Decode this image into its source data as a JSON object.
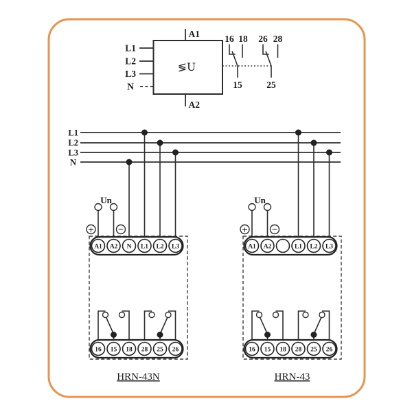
{
  "colors": {
    "border": "#E8934E",
    "line": "#2d2d2d"
  },
  "unit": {
    "a1": "A1",
    "a2": "A2",
    "symbol": "≶U",
    "inputs": [
      "L1",
      "L2",
      "L3",
      "N"
    ],
    "c1": {
      "nc": "16",
      "no": "18",
      "com": "15"
    },
    "c2": {
      "nc": "26",
      "no": "28",
      "com": "25"
    }
  },
  "bus": {
    "labels": [
      "L1",
      "L2",
      "L3",
      "N"
    ]
  },
  "dev1": {
    "name": "HRN-43N",
    "un": "Un",
    "plus": "+",
    "minus": "−",
    "top": [
      "A1",
      "A2",
      "N",
      "L1",
      "L2",
      "L3"
    ],
    "bottom": [
      "16",
      "15",
      "18",
      "28",
      "25",
      "26"
    ]
  },
  "dev2": {
    "name": "HRN-43",
    "un": "Un",
    "plus": "+",
    "minus": "−",
    "top": [
      "A1",
      "A2",
      "",
      "L1",
      "L2",
      "L3"
    ],
    "bottom": [
      "16",
      "15",
      "18",
      "28",
      "25",
      "26"
    ]
  }
}
